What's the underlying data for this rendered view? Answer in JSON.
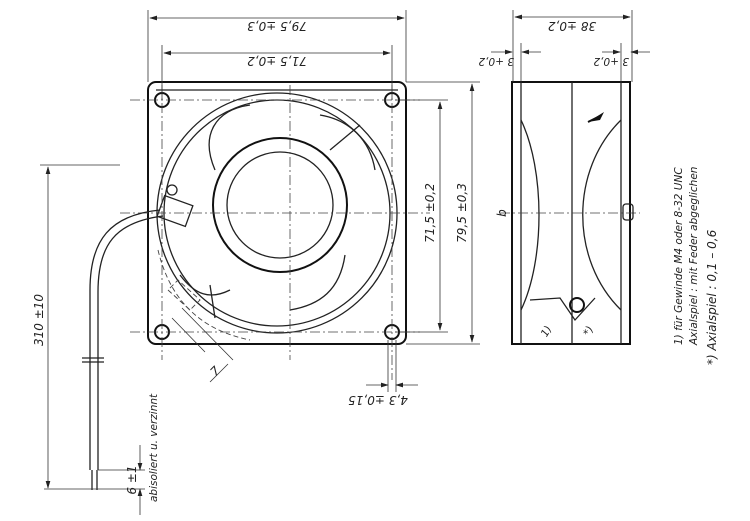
{
  "front_view": {
    "width_overall": "79,5 ±0,3",
    "hole_spacing_horizontal": "71,5 ±0,2",
    "hole_spacing_vertical": "71,5 ±0,2",
    "height_overall": "79,5 ±0,3",
    "hole_diameter": "4,3 ±0,15",
    "cable_clamp_width": "7",
    "cable_length": "310 ±10",
    "stripped_length": "6 ±1",
    "stripped_note": "abisoliert u. verzinnt"
  },
  "side_view": {
    "depth": "38 ±0,2",
    "flange_left": "3 +0,2",
    "flange_right": "3 +0,2",
    "label_b": "b",
    "footnote_marker_1": "1)",
    "footnote_marker_star": "*)"
  },
  "notes": [
    "1) für Gewinde M4 oder 8-32 UNC",
    "Axialspiel : mit Feder abgeglichen",
    "*) Axialspiel : 0,1 – 0,6"
  ]
}
